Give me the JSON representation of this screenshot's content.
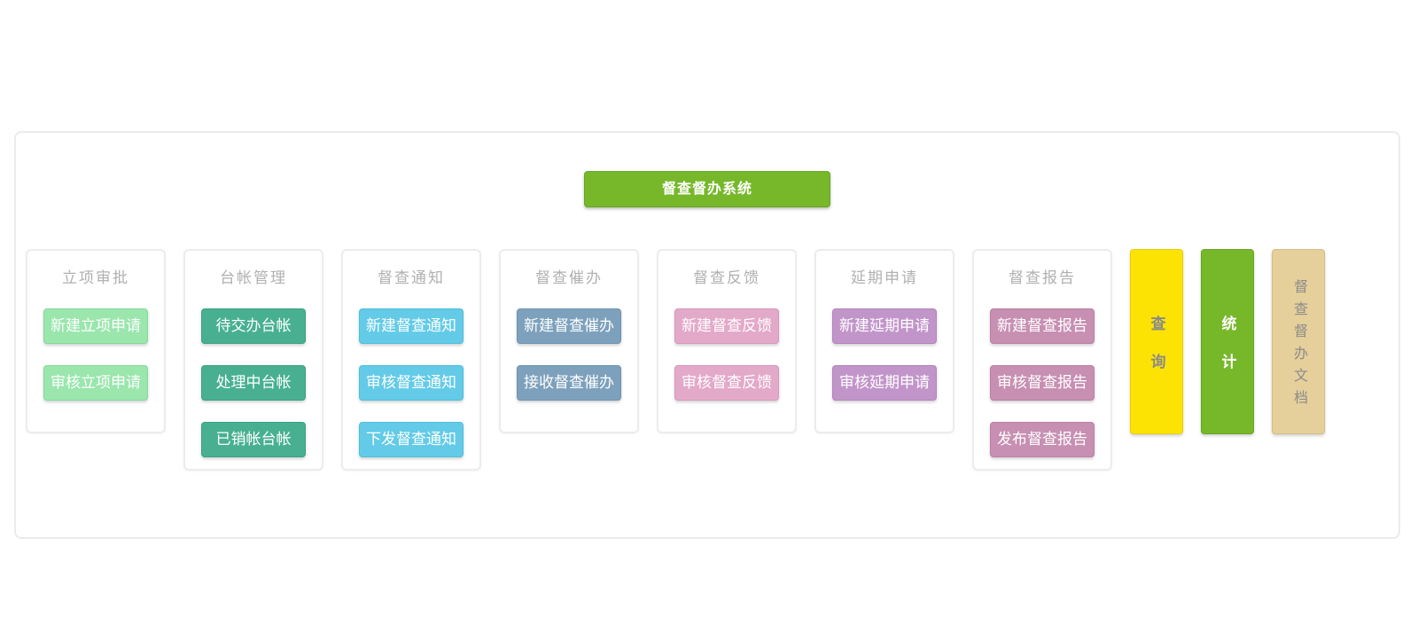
{
  "app": {
    "title": "督查督办系统"
  },
  "palette": {
    "header_green": "#76b82a",
    "light_green": "#9ae6ad",
    "teal": "#48b091",
    "sky_blue": "#63cbe7",
    "steel_blue": "#7da1bc",
    "pink": "#e3a9c9",
    "orchid": "#c295ca",
    "mauve": "#c78fb2",
    "yellow": "#fce303",
    "tan": "#e5cf9b",
    "card_border": "#ececec",
    "title_gray": "#b0b0b0"
  },
  "sections": [
    {
      "title": "立项审批",
      "color": "#9ae6ad",
      "buttons": [
        "新建立项申请",
        "审核立项申请"
      ]
    },
    {
      "title": "台帐管理",
      "color": "#48b091",
      "buttons": [
        "待交办台帐",
        "处理中台帐",
        "已销帐台帐"
      ]
    },
    {
      "title": "督查通知",
      "color": "#63cbe7",
      "buttons": [
        "新建督查通知",
        "审核督查通知",
        "下发督查通知"
      ]
    },
    {
      "title": "督查催办",
      "color": "#7da1bc",
      "buttons": [
        "新建督查催办",
        "接收督查催办"
      ]
    },
    {
      "title": "督查反馈",
      "color": "#e3a9c9",
      "buttons": [
        "新建督查反馈",
        "审核督查反馈"
      ]
    },
    {
      "title": "延期申请",
      "color": "#c295ca",
      "buttons": [
        "新建延期申请",
        "审核延期申请"
      ]
    },
    {
      "title": "督查报告",
      "color": "#c78fb2",
      "buttons": [
        "新建督查报告",
        "审核督查报告",
        "发布督查报告"
      ]
    }
  ],
  "side_buttons": [
    {
      "label": "查询",
      "color": "#fce303"
    },
    {
      "label": "统计",
      "color": "#76b82a"
    },
    {
      "label": "督查督办文档",
      "color": "#e5cf9b"
    }
  ]
}
